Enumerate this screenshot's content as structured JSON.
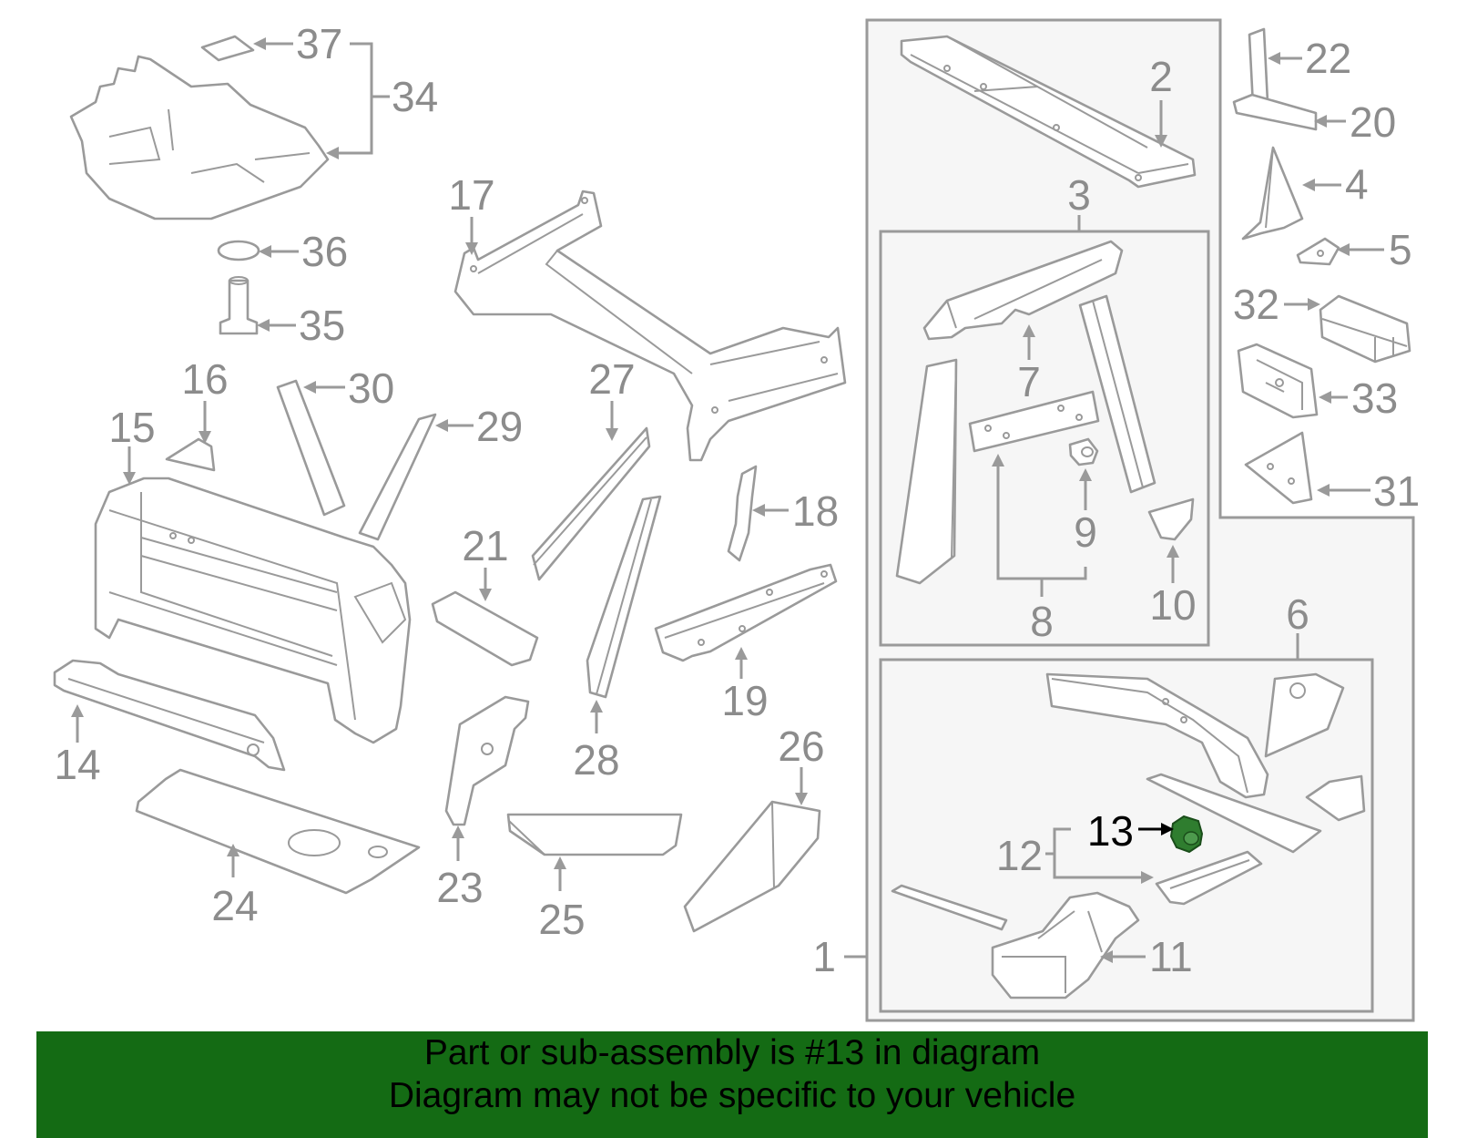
{
  "callouts": {
    "c1": "1",
    "c2": "2",
    "c3": "3",
    "c4": "4",
    "c5": "5",
    "c6": "6",
    "c7": "7",
    "c8": "8",
    "c9": "9",
    "c10": "10",
    "c11": "11",
    "c12": "12",
    "c13": "13",
    "c14": "14",
    "c15": "15",
    "c16": "16",
    "c17": "17",
    "c18": "18",
    "c19": "19",
    "c20": "20",
    "c21": "21",
    "c22": "22",
    "c23": "23",
    "c24": "24",
    "c25": "25",
    "c26": "26",
    "c27": "27",
    "c28": "28",
    "c29": "29",
    "c30": "30",
    "c31": "31",
    "c32": "32",
    "c33": "33",
    "c34": "34",
    "c35": "35",
    "c36": "36",
    "c37": "37"
  },
  "highlight": {
    "part_number": "13",
    "color": "#2f7d2f"
  },
  "banner": {
    "line1": "Part or sub-assembly is #13 in diagram",
    "line2": "Diagram may not be specific to your vehicle",
    "background": "#146b14"
  }
}
